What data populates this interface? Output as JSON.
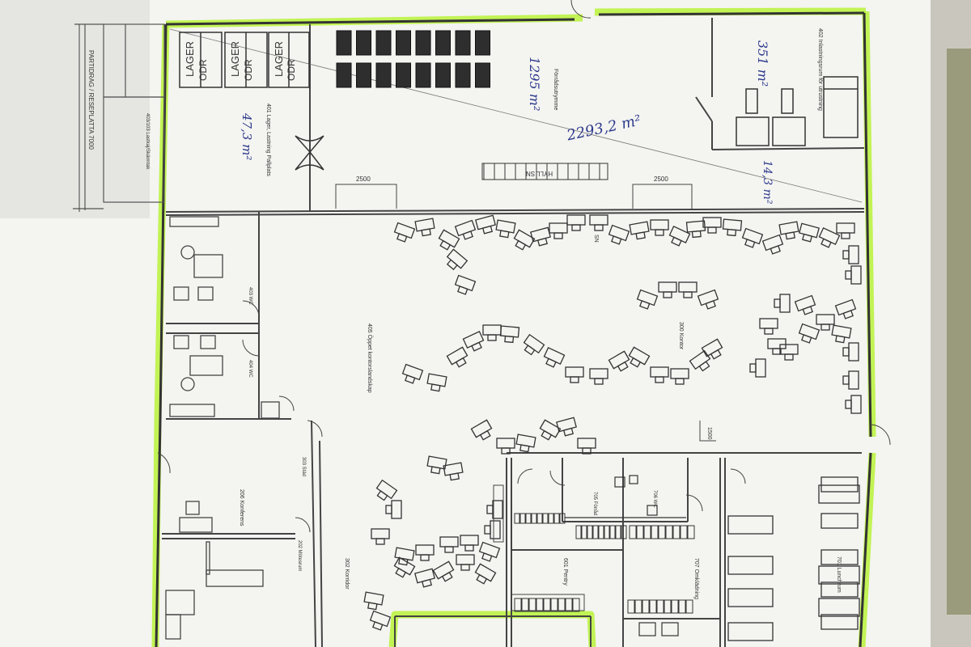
{
  "document": {
    "type": "floor-plan-printout",
    "colors": {
      "paper": "#f4f4f1",
      "ink": "#3a3a3a",
      "highlight": "#b8f23a",
      "handwriting": "#2d3a8c",
      "background": "#8a8a82"
    }
  },
  "storage": {
    "rack_labels": [
      "LAGER",
      "LAGER",
      "LAGER"
    ],
    "rack_sublabels": [
      "ODR",
      "ODR",
      "ODR"
    ],
    "room_label": "401 Lager, Lastning Pallplats",
    "handwritten_area": "47,3 m²"
  },
  "warehouse": {
    "handwritten_area": "1295 m²",
    "label": "Förrådsutrymme",
    "shelf_label": "HYLL SN",
    "dim_left": "2500",
    "dim_right": "2500"
  },
  "right_room": {
    "label": "402 Inlastningsrum för utrustning",
    "handwritten_area": "351 m²",
    "handwritten_area_2": "14,3 m²"
  },
  "total_area": "2293,2 m²",
  "left_margin": {
    "label": "PARTIDRAG / RESEPLATTA 7000",
    "sublabel": "403/103 Lastkaj/Skärmtak"
  },
  "rooms": {
    "open_office": "405 Öppet kontorslandskap",
    "wc_1": "403 WC",
    "wc_2": "404 WC",
    "conference": "206 Konferens",
    "office_300": "300 Kontor",
    "ws_label": "SN",
    "corridor": "302 Korridor",
    "cleaning": "303 Städ",
    "meeting_c": "202 Mötesrum",
    "lunch": "701 Lunchrum",
    "storage_705": "705 Förråd",
    "wc_706": "706 WC",
    "changing": "707 Omklädning",
    "pentry": "601 Pentry",
    "dim_1500": "1500"
  }
}
